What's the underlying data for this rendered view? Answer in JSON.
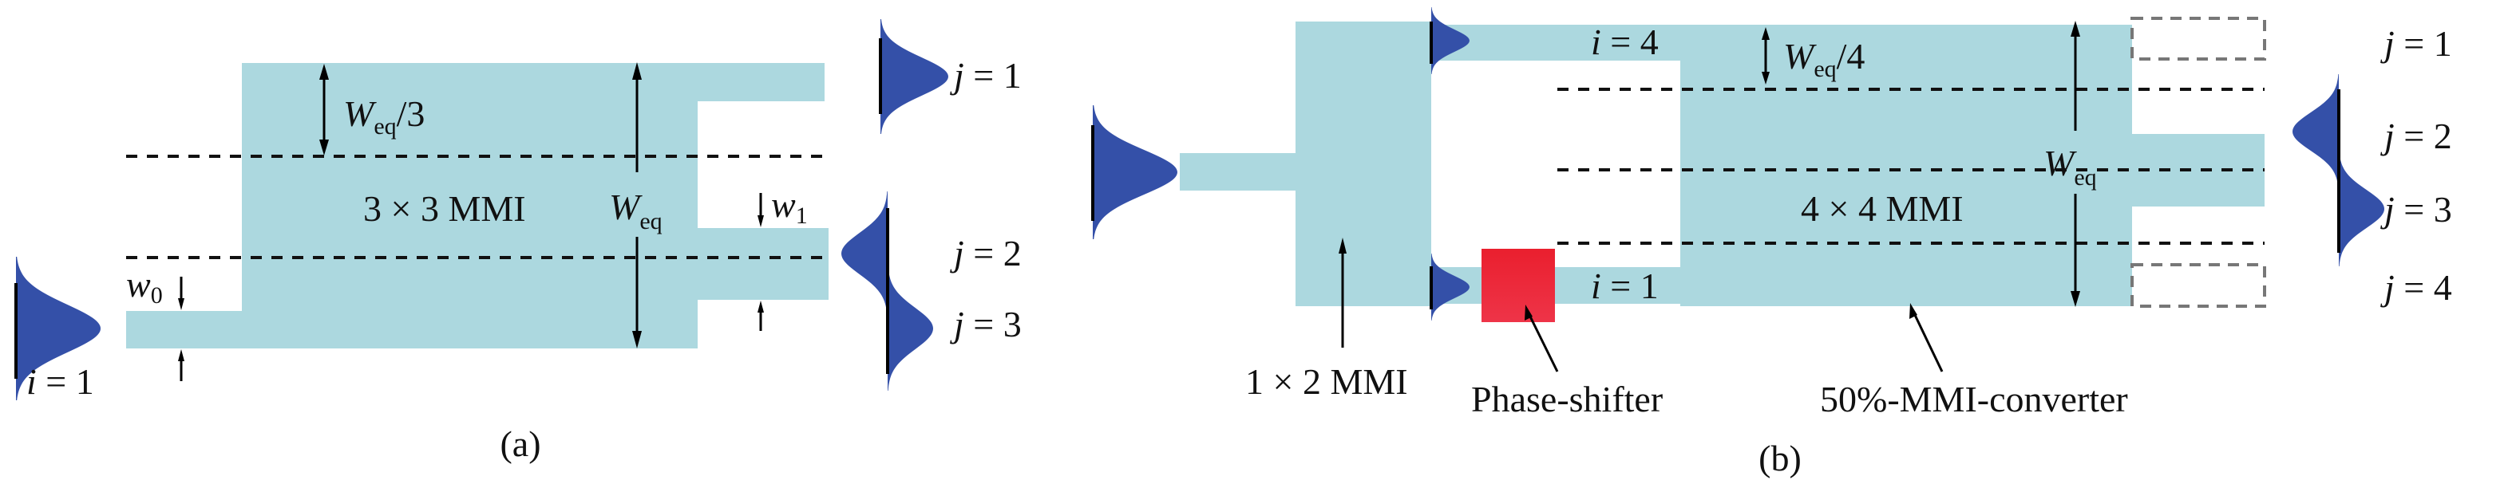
{
  "panel_a": {
    "caption": "(a)",
    "mmi_label": "3 × 3 MMI",
    "weq_third": {
      "main": "W",
      "sub": "eq",
      "suffix": "/3"
    },
    "weq": {
      "main": "W",
      "sub": "eq"
    },
    "w0": {
      "main": "w",
      "sub": "0"
    },
    "w1": {
      "main": "w",
      "sub": "1"
    },
    "input_label": {
      "var": "i",
      "rest": " = 1"
    },
    "output_labels": [
      {
        "var": "j",
        "rest": " = 1"
      },
      {
        "var": "j",
        "rest": " = 2"
      },
      {
        "var": "j",
        "rest": " = 3"
      }
    ]
  },
  "panel_b": {
    "caption": "(b)",
    "mmi_label": "4 × 4 MMI",
    "weq_quarter": {
      "main": "W",
      "sub": "eq",
      "suffix": "/4"
    },
    "weq": {
      "main": "W",
      "sub": "eq"
    },
    "arm_labels": [
      {
        "var": "i",
        "rest": " = 4"
      },
      {
        "var": "i",
        "rest": " = 1"
      }
    ],
    "output_labels": [
      {
        "var": "j",
        "rest": " = 1"
      },
      {
        "var": "j",
        "rest": " = 2"
      },
      {
        "var": "j",
        "rest": " = 3"
      },
      {
        "var": "j",
        "rest": " = 4"
      }
    ],
    "callouts": {
      "splitter": "1 × 2 MMI",
      "phase_shifter": "Phase-shifter",
      "converter": "50%-MMI-converter"
    }
  },
  "colors": {
    "waveguide": "#acd8df",
    "mode_profile": "#3450a8",
    "phase_shifter": "#ee2a3a"
  }
}
